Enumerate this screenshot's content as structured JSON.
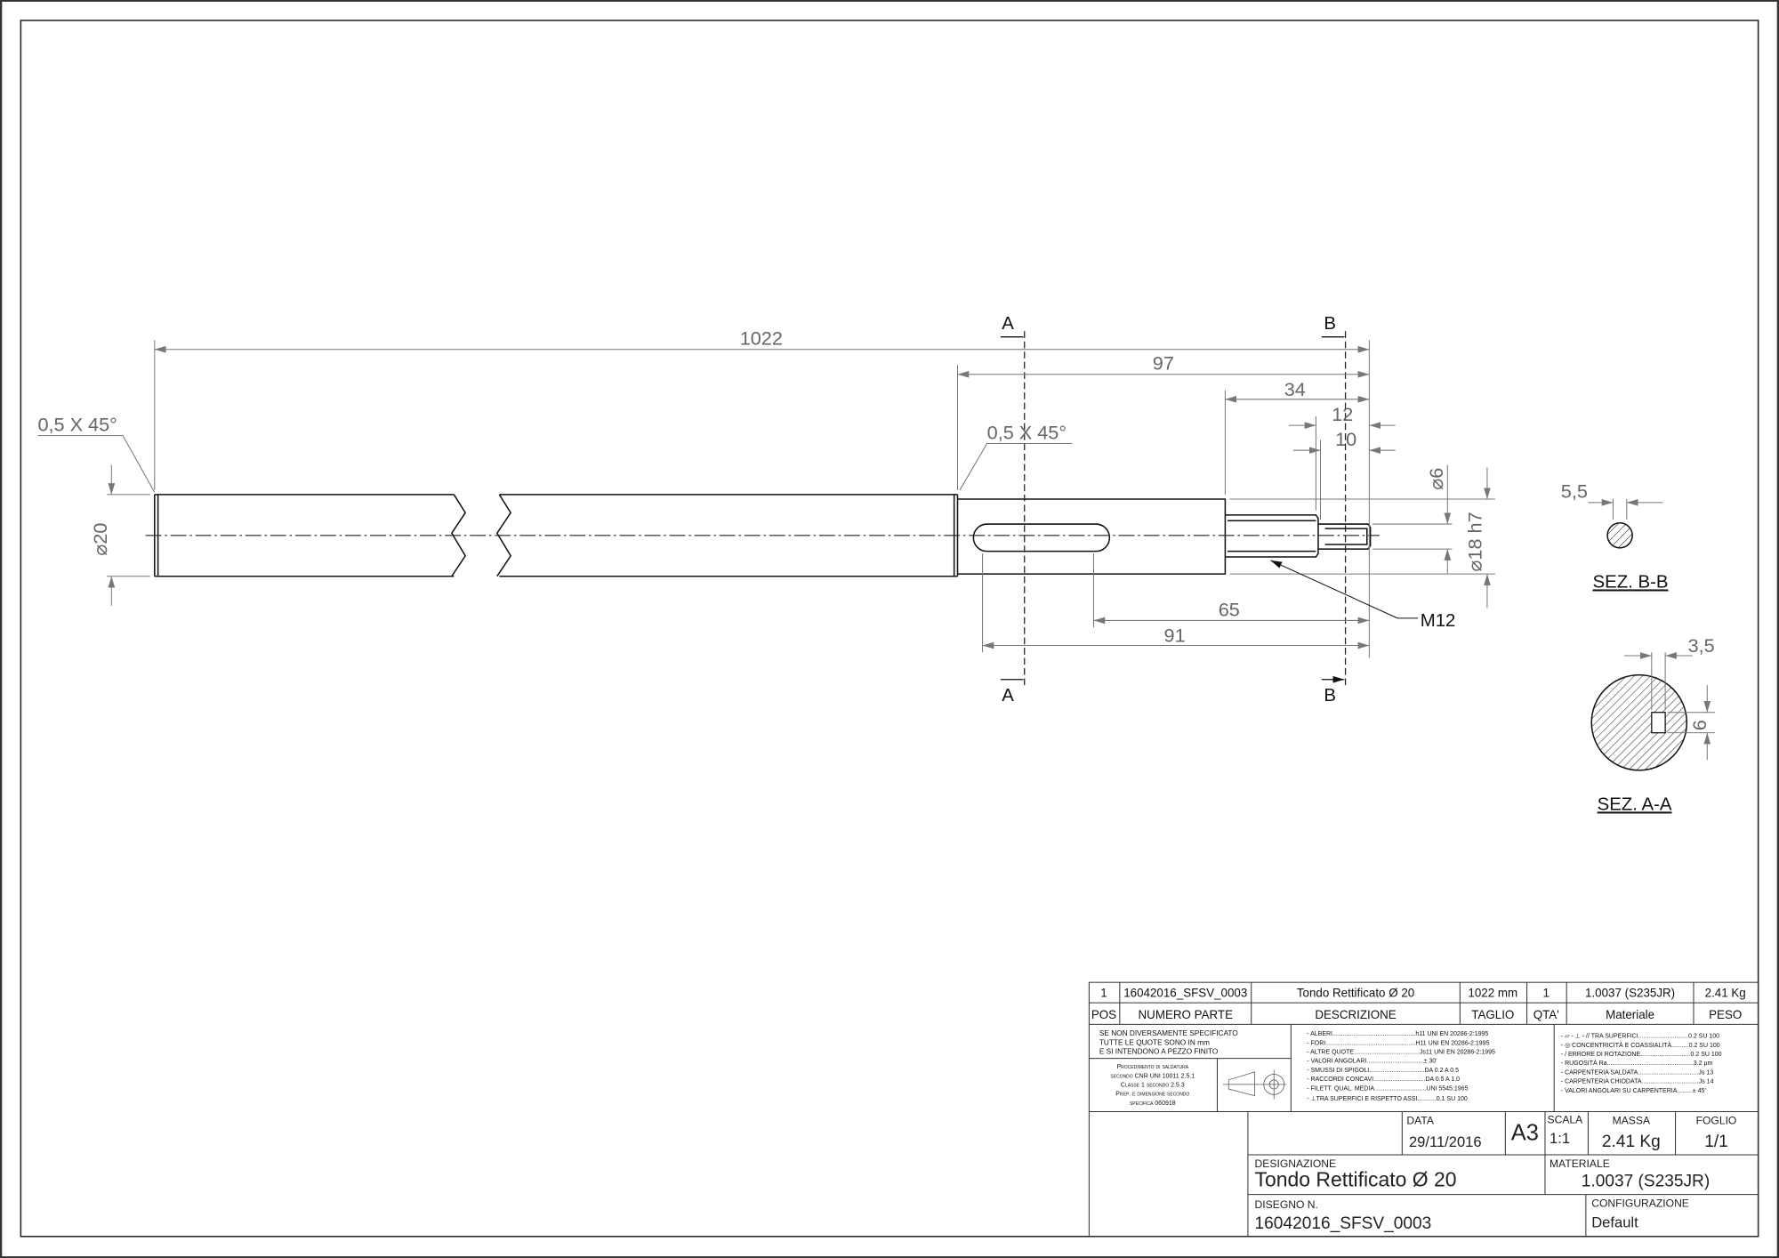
{
  "dimensions": {
    "overall_length": "1022",
    "length_97": "97",
    "length_34": "34",
    "length_12": "12",
    "length_10": "10",
    "length_65": "65",
    "length_91": "91",
    "diameter_20": "⌀20",
    "diameter_6": "⌀6",
    "diameter_18": "⌀18 h7",
    "chamfer_left": "0,5 X 45°",
    "chamfer_right": "0,5 X 45°",
    "thread": "M12",
    "sec_bb_dim": "5,5",
    "sec_aa_dim_width": "3,5",
    "sec_aa_dim_height": "6"
  },
  "section_markers": {
    "a": "A",
    "b": "B"
  },
  "sections": {
    "bb_label": "SEZ. B-B",
    "aa_label": "SEZ. A-A"
  },
  "bom": {
    "row": [
      "1",
      "16042016_SFSV_0003",
      "Tondo Rettificato Ø 20",
      "1022 mm",
      "1",
      "1.0037 (S235JR)",
      "2.41 Kg"
    ],
    "headers": [
      "POS",
      "NUMERO PARTE",
      "DESCRIZIONE",
      "TAGLIO",
      "QTA'",
      "Materiale",
      "PESO"
    ]
  },
  "notes": {
    "general": [
      "SE NON DIVERSAMENTE SPECIFICATO",
      "TUTTE LE QUOTE SONO IN mm",
      "E SI INTENDONO A PEZZO FINITO"
    ],
    "welding": [
      "Procedimento di saldatura",
      "secondo CNR UNI 10011 2.5.1",
      "Classe 1 secondo 2.5.3",
      "Prep. e dimensione secondo",
      "specifica 060918"
    ],
    "tolerances": [
      "- ALBERI................................................h11 UNI EN 20286-2:1995",
      "- FORI....................................................H11 UNI EN 20286-2:1995",
      "- ALTRE QUOTE......................................Js11 UNI EN 20286-2:1995",
      "- VALORI ANGOLARI.................................± 30'",
      "- SMUSSI DI SPIGOLI................................DA 0.2 A 0.5",
      "- RACCORDI CONCAVI..............................DA 0.5 A 1.0",
      "- FILETT. QUAL. MEDIA..............................UNI 5545:1965",
      "- ⊥TRA SUPERFICI E RISPETTO ASSI...........0.1 SU 100"
    ],
    "geometric": [
      "- ▱ - ⊥ - // TRA SUPERFICI.............................0.2 SU 100",
      "- ◎ CONCENTRICITÀ E COASSIALITÀ..........0.2 SU 100",
      "- / ERRORE DI ROTAZIONE.............................0.2 SU 100",
      "- RUGOSITÀ Ra..................................................3.2 µm",
      "- CARPENTERIA SALDATA...................................Js 13",
      "- CARPENTERIA CHIODATA.................................Js 14",
      "- VALORI ANGOLARI SU CARPENTERIA.........± 45'"
    ]
  },
  "title_block": {
    "data_label": "DATA",
    "data_value": "29/11/2016",
    "format": "A3",
    "scala_label": "SCALA",
    "scala_value": "1:1",
    "massa_label": "MASSA",
    "massa_value": "2.41 Kg",
    "foglio_label": "FOGLIO",
    "foglio_value": "1/1",
    "designazione_label": "DESIGNAZIONE",
    "designazione_value": "Tondo Rettificato Ø 20",
    "materiale_label": "MATERIALE",
    "materiale_value": "1.0037 (S235JR)",
    "disegno_label": "DISEGNO N.",
    "disegno_value": "16042016_SFSV_0003",
    "configurazione_label": "CONFIGURAZIONE",
    "configurazione_value": "Default"
  }
}
